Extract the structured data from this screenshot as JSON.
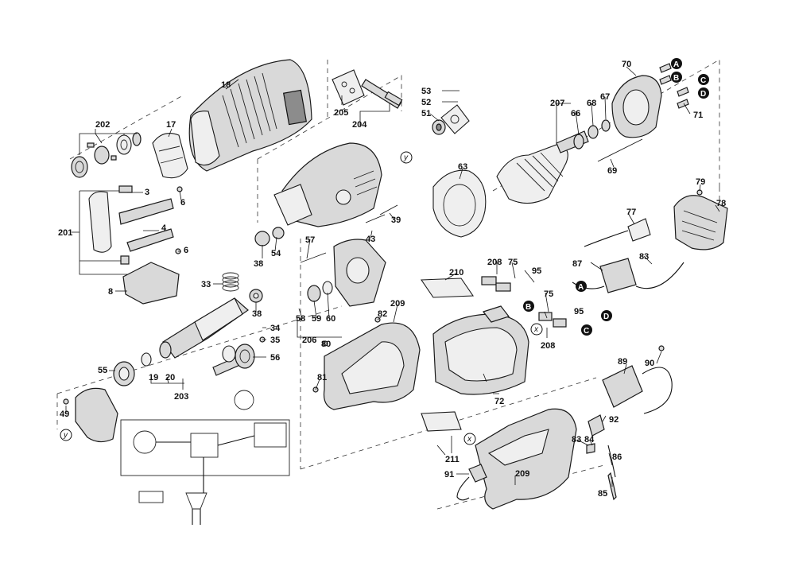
{
  "diagram": {
    "callouts": {
      "c18": "18",
      "c17": "17",
      "c202": "202",
      "c205": "205",
      "c204": "204",
      "c53": "53",
      "c52": "52",
      "c51": "51",
      "c207": "207",
      "c66": "66",
      "c68": "68",
      "c67": "67",
      "c70": "70",
      "c71": "71",
      "c69": "69",
      "c63": "63",
      "c79": "79",
      "c78": "78",
      "c3": "3",
      "c6a": "6",
      "c201": "201",
      "c4": "4",
      "c6b": "6",
      "c8": "8",
      "c39": "39",
      "c43": "43",
      "c57": "57",
      "c38a": "38",
      "c54": "54",
      "c77": "77",
      "c87": "87",
      "c83a": "83",
      "c208a": "208",
      "c75a": "75",
      "c95a": "95",
      "c210": "210",
      "c33": "33",
      "c209a": "209",
      "c82": "82",
      "c75b": "75",
      "c95b": "95",
      "c208b": "208",
      "c38b": "38",
      "c58": "58",
      "c59": "59",
      "c60": "60",
      "c34": "34",
      "c35": "35",
      "c206": "206",
      "c80": "80",
      "c55": "55",
      "c19": "19",
      "c20": "20",
      "c203": "203",
      "c56": "56",
      "c81": "81",
      "c72": "72",
      "c89": "89",
      "c90": "90",
      "c49": "49",
      "c211": "211",
      "c92": "92",
      "c83b": "83",
      "c84": "84",
      "c86": "86",
      "c91": "91",
      "c209b": "209",
      "c85": "85"
    },
    "markers": {
      "A": "A",
      "B": "B",
      "C": "C",
      "D": "D",
      "x": "x",
      "y": "y"
    }
  }
}
